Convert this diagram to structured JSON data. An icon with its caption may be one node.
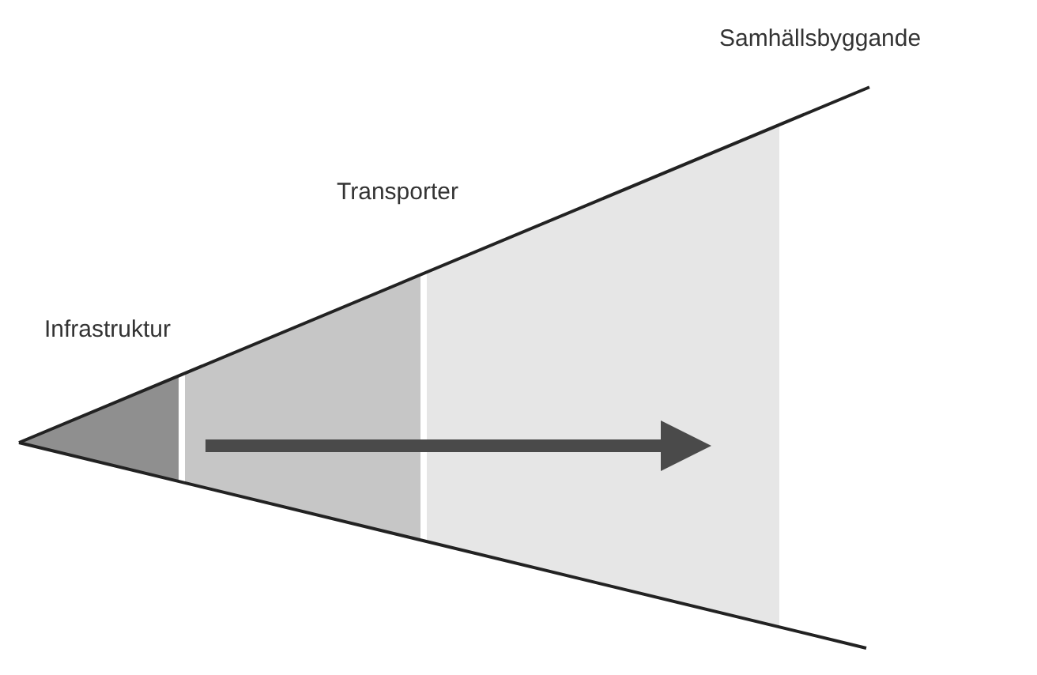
{
  "diagram": {
    "nodes": [
      {
        "text": [
          "Infrastruktur"
        ]
      },
      {
        "text": [
          "Transporter"
        ]
      },
      {
        "text": [
          "Samhällsbyggande"
        ]
      }
    ]
  }
}
